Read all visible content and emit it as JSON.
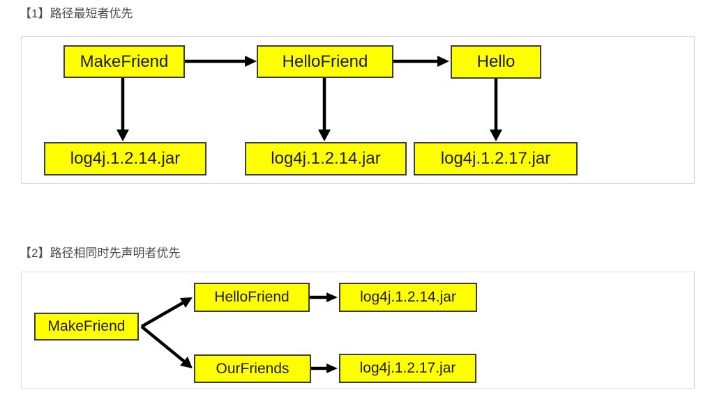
{
  "colors": {
    "node_fill": "#ffff00",
    "node_border": "#3d3d3d",
    "node_text": "#1d1d1d",
    "arrow": "#000000",
    "panel_border": "#d9d9d9",
    "heading": "#4a4a4a"
  },
  "d1": {
    "heading": "【1】路径最短者优先",
    "nodes": {
      "m1": "MakeFriend",
      "m2": "HelloFriend",
      "m3": "Hello",
      "j1": "log4j.1.2.14.jar",
      "j2": "log4j.1.2.14.jar",
      "j3": "log4j.1.2.17.jar"
    },
    "edges": [
      "MakeFriend → HelloFriend",
      "HelloFriend → Hello",
      "MakeFriend → log4j.1.2.14.jar",
      "HelloFriend → log4j.1.2.14.jar",
      "Hello → log4j.1.2.17.jar"
    ]
  },
  "d2": {
    "heading": "【2】路径相同时先声明者优先",
    "nodes": {
      "root": "MakeFriend",
      "c1": "HelloFriend",
      "c2": "OurFriends",
      "j1": "log4j.1.2.14.jar",
      "j2": "log4j.1.2.17.jar"
    },
    "edges": [
      "MakeFriend → HelloFriend",
      "MakeFriend → OurFriends",
      "HelloFriend → log4j.1.2.14.jar",
      "OurFriends → log4j.1.2.17.jar"
    ]
  }
}
